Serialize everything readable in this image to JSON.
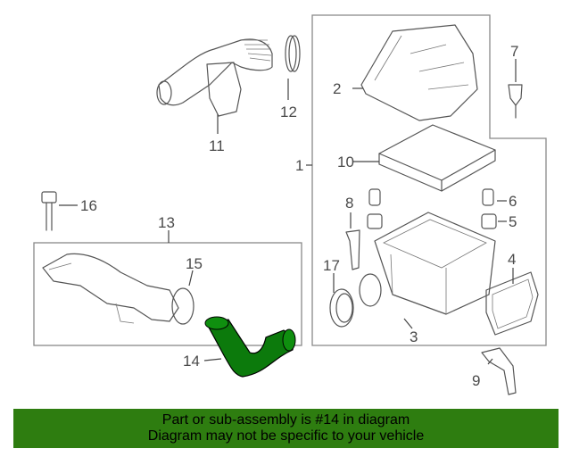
{
  "diagram": {
    "callouts": {
      "c1": "1",
      "c2": "2",
      "c3": "3",
      "c4": "4",
      "c5": "5",
      "c6": "6",
      "c7": "7",
      "c8": "8",
      "c9": "9",
      "c10": "10",
      "c11": "11",
      "c12": "12",
      "c13": "13",
      "c14": "14",
      "c15": "15",
      "c16": "16",
      "c17": "17"
    },
    "highlight_color": "#0c7a0c"
  },
  "footer": {
    "line1": "Part or sub-assembly is #14 in diagram",
    "line2": "Diagram may not be specific to your vehicle",
    "background": "#2e7d10"
  }
}
